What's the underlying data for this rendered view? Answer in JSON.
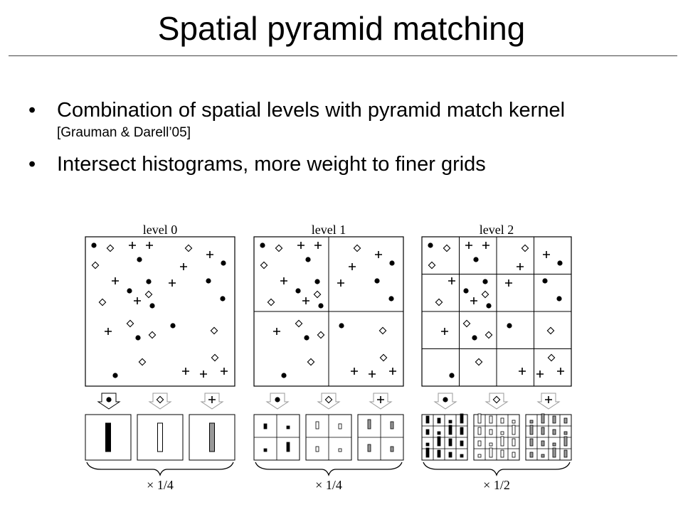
{
  "slide": {
    "title": "Spatial pyramid matching",
    "bullets": [
      {
        "marker": "•",
        "text": "Combination of spatial levels with pyramid match kernel",
        "citation": "[Grauman & Darell’05]"
      },
      {
        "marker": "•",
        "text": "Intersect histograms, more weight to finer grids"
      }
    ]
  },
  "figure": {
    "level_labels": [
      "level 0",
      "level 1",
      "level 2"
    ],
    "weights": [
      "× 1/4",
      "× 1/4",
      "× 1/2"
    ],
    "feature_types": [
      "dot",
      "diamond",
      "plus"
    ],
    "colors": {
      "dot": "#000000",
      "diamond": "#ffffff",
      "plus": "#999999"
    }
  }
}
